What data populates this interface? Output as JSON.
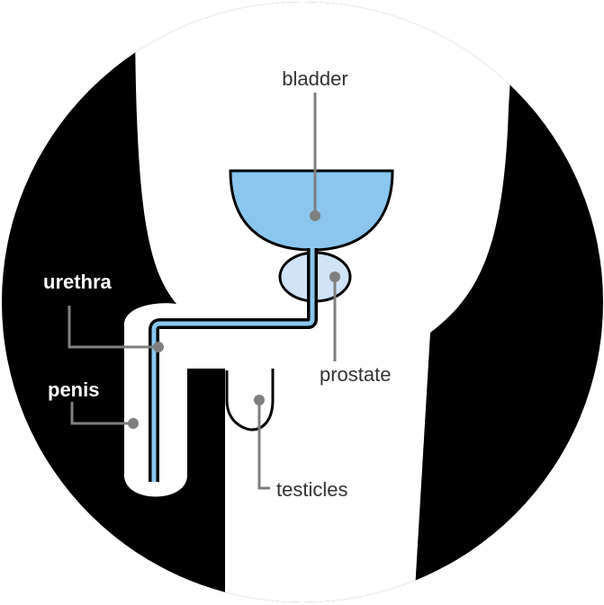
{
  "labels": {
    "bladder": "bladder",
    "prostate": "prostate",
    "urethra": "urethra",
    "penis": "penis",
    "testicles": "testicles"
  },
  "colors": {
    "background": "#000000",
    "body_silhouette": "#ffffff",
    "bladder_fill": "#8ac6ee",
    "prostate_fill": "#cfe4f8",
    "urethra_fill": "#8ac6ee",
    "outline": "#000000",
    "leader_line": "#7f7f7f",
    "label_on_white": "#333333",
    "label_on_black": "#ffffff"
  }
}
